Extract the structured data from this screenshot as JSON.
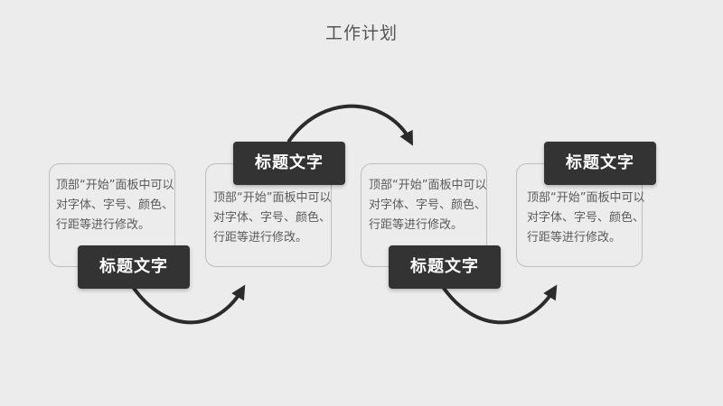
{
  "title": "工作计划",
  "steps": [
    {
      "heading": "标题文字",
      "body": "顶部“开始”面板中可以对字体、字号、颜色、行距等进行修改。"
    },
    {
      "heading": "标题文字",
      "body": "顶部“开始”面板中可以对字体、字号、颜色、行距等进行修改。"
    },
    {
      "heading": "标题文字",
      "body": "顶部“开始”面板中可以对字体、字号、颜色、行距等进行修改。"
    },
    {
      "heading": "标题文字",
      "body": "顶部“开始”面板中可以对字体、字号、颜色、行距等进行修改。"
    }
  ],
  "colors": {
    "background": "#ececec",
    "title_box": "#333333",
    "arrow": "#2b2b2b"
  }
}
